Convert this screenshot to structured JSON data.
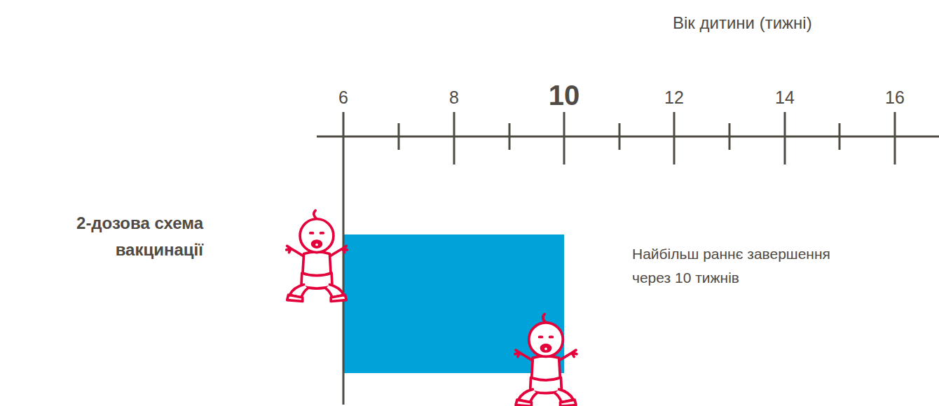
{
  "diagram": {
    "labels": [
      "Вік дитини (тижні)",
      "6",
      "8",
      "10",
      "12",
      "14",
      "16",
      "2-дозова схема вакцинації",
      "Найбільш раннє завершення через 10 тижнів"
    ]
  }
}
